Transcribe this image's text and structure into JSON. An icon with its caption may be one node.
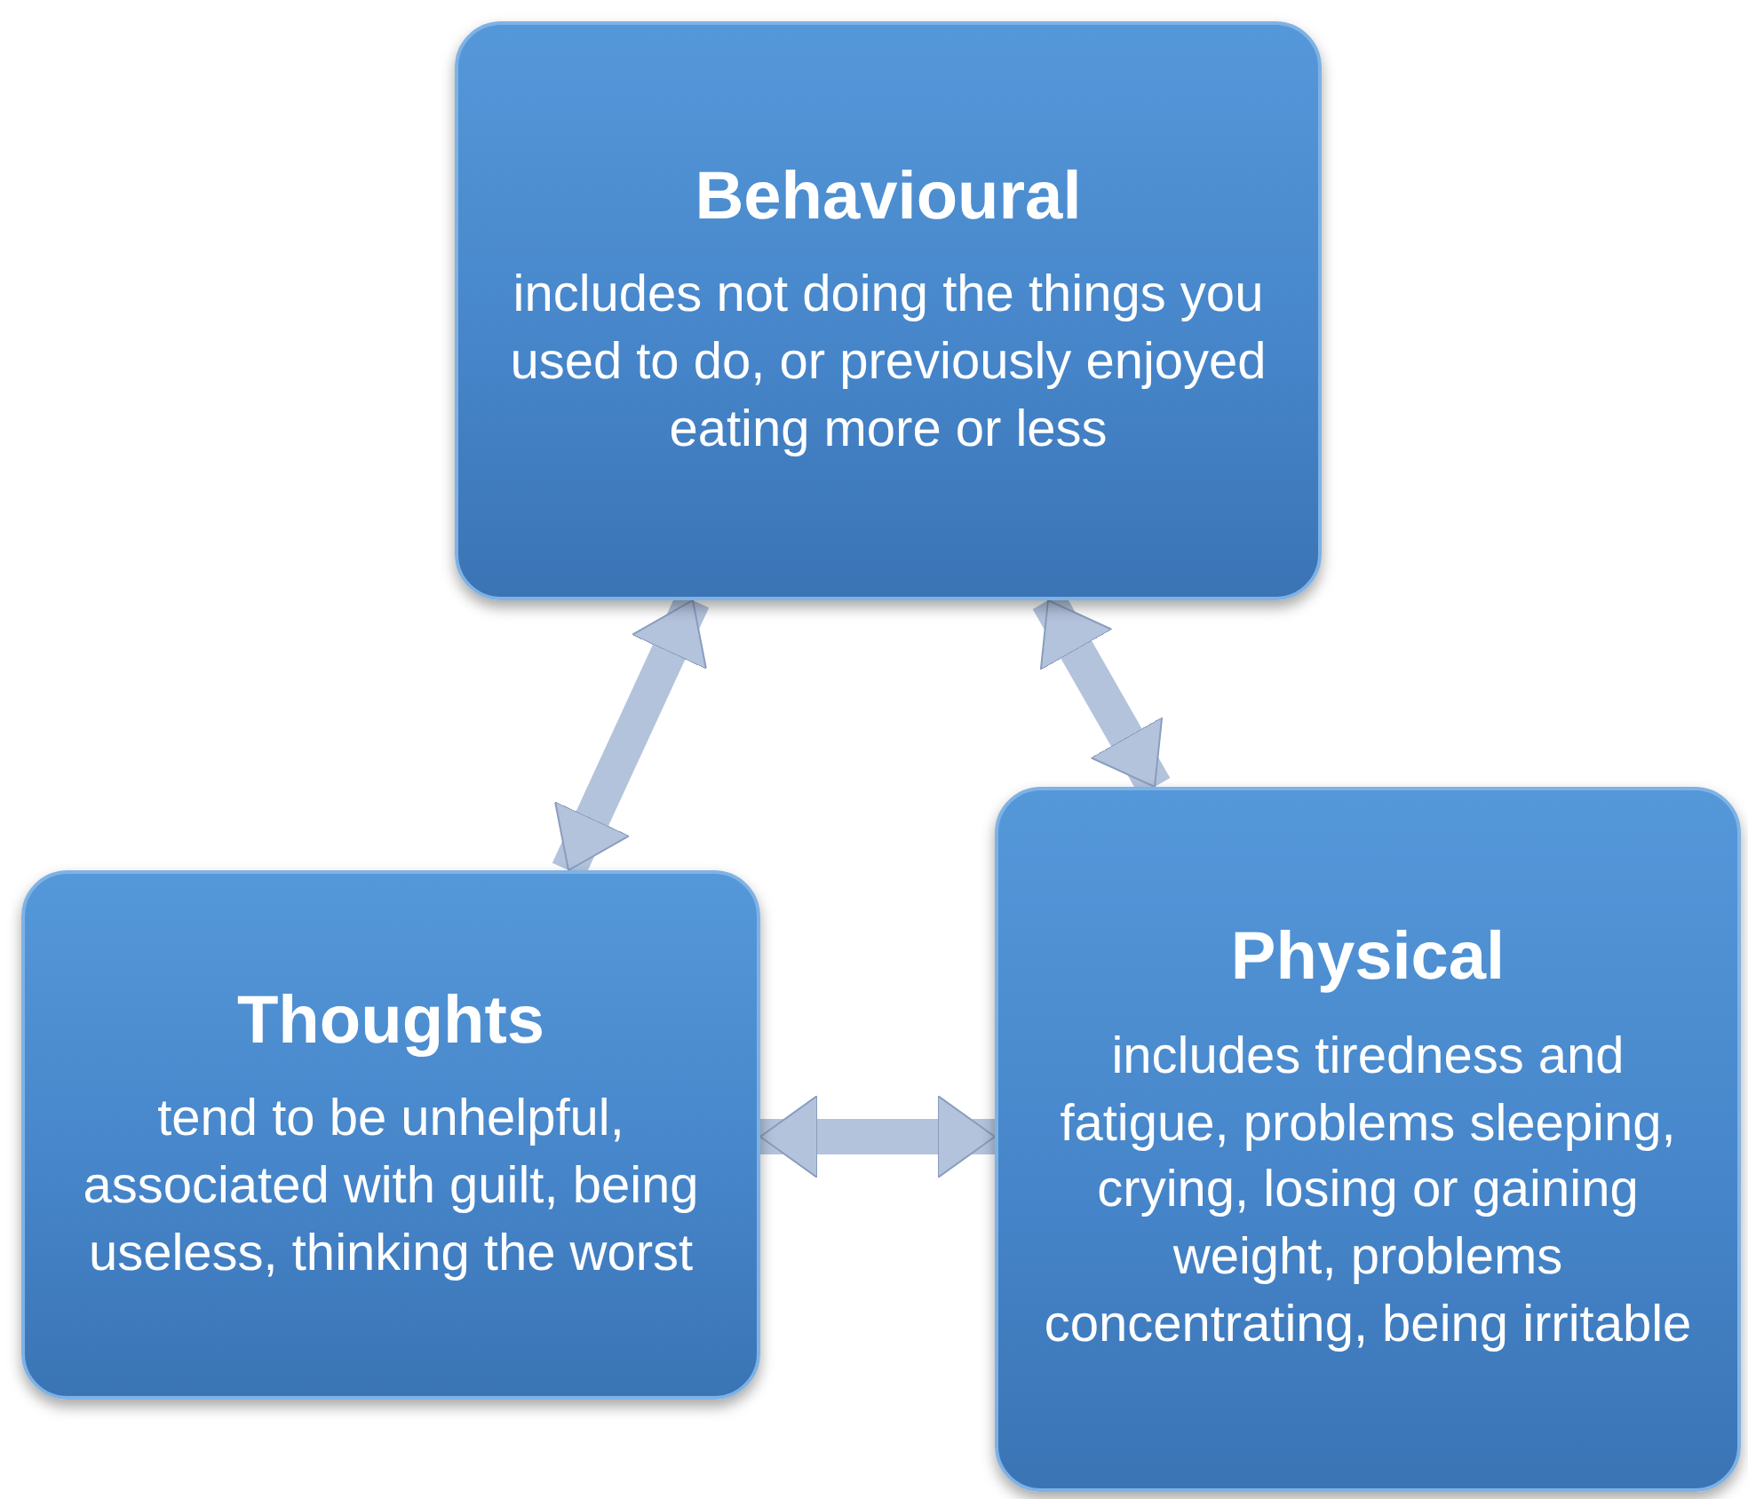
{
  "diagram": {
    "nodes": [
      {
        "text": [
          "Behavioural",
          "includes not doing the things you used to do, or previously enjoyed eating more or less"
        ]
      },
      {
        "text": [
          "Thoughts",
          "tend to be unhelpful, associated with guilt, being useless, thinking the worst"
        ]
      },
      {
        "text": [
          "Physical",
          "includes tiredness and fatigue, problems sleeping, crying, losing or gaining weight, problems concentrating, being irritable"
        ]
      }
    ],
    "edges": [
      {
        "from": 1,
        "to": 0,
        "arrow": "both"
      },
      {
        "from": 0,
        "to": 2,
        "arrow": "both"
      },
      {
        "from": 1,
        "to": 2,
        "arrow": "both"
      }
    ]
  }
}
